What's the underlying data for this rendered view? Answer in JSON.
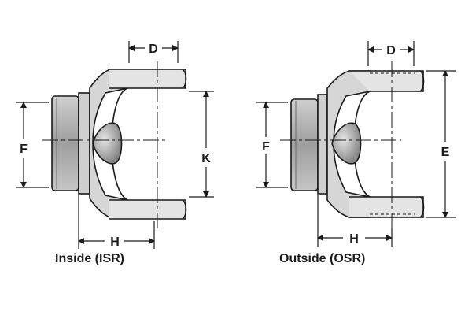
{
  "diagrams": [
    {
      "caption": "Inside (ISR)",
      "dims": {
        "D": "D",
        "F": "F",
        "K": "K",
        "H": "H"
      }
    },
    {
      "caption": "Outside (OSR)",
      "dims": {
        "D": "D",
        "F": "F",
        "E": "E",
        "H": "H"
      }
    }
  ],
  "colors": {
    "line": "#1a1a1a",
    "shade": "#b8b8b8",
    "shade_dark": "#8c8c8c"
  }
}
